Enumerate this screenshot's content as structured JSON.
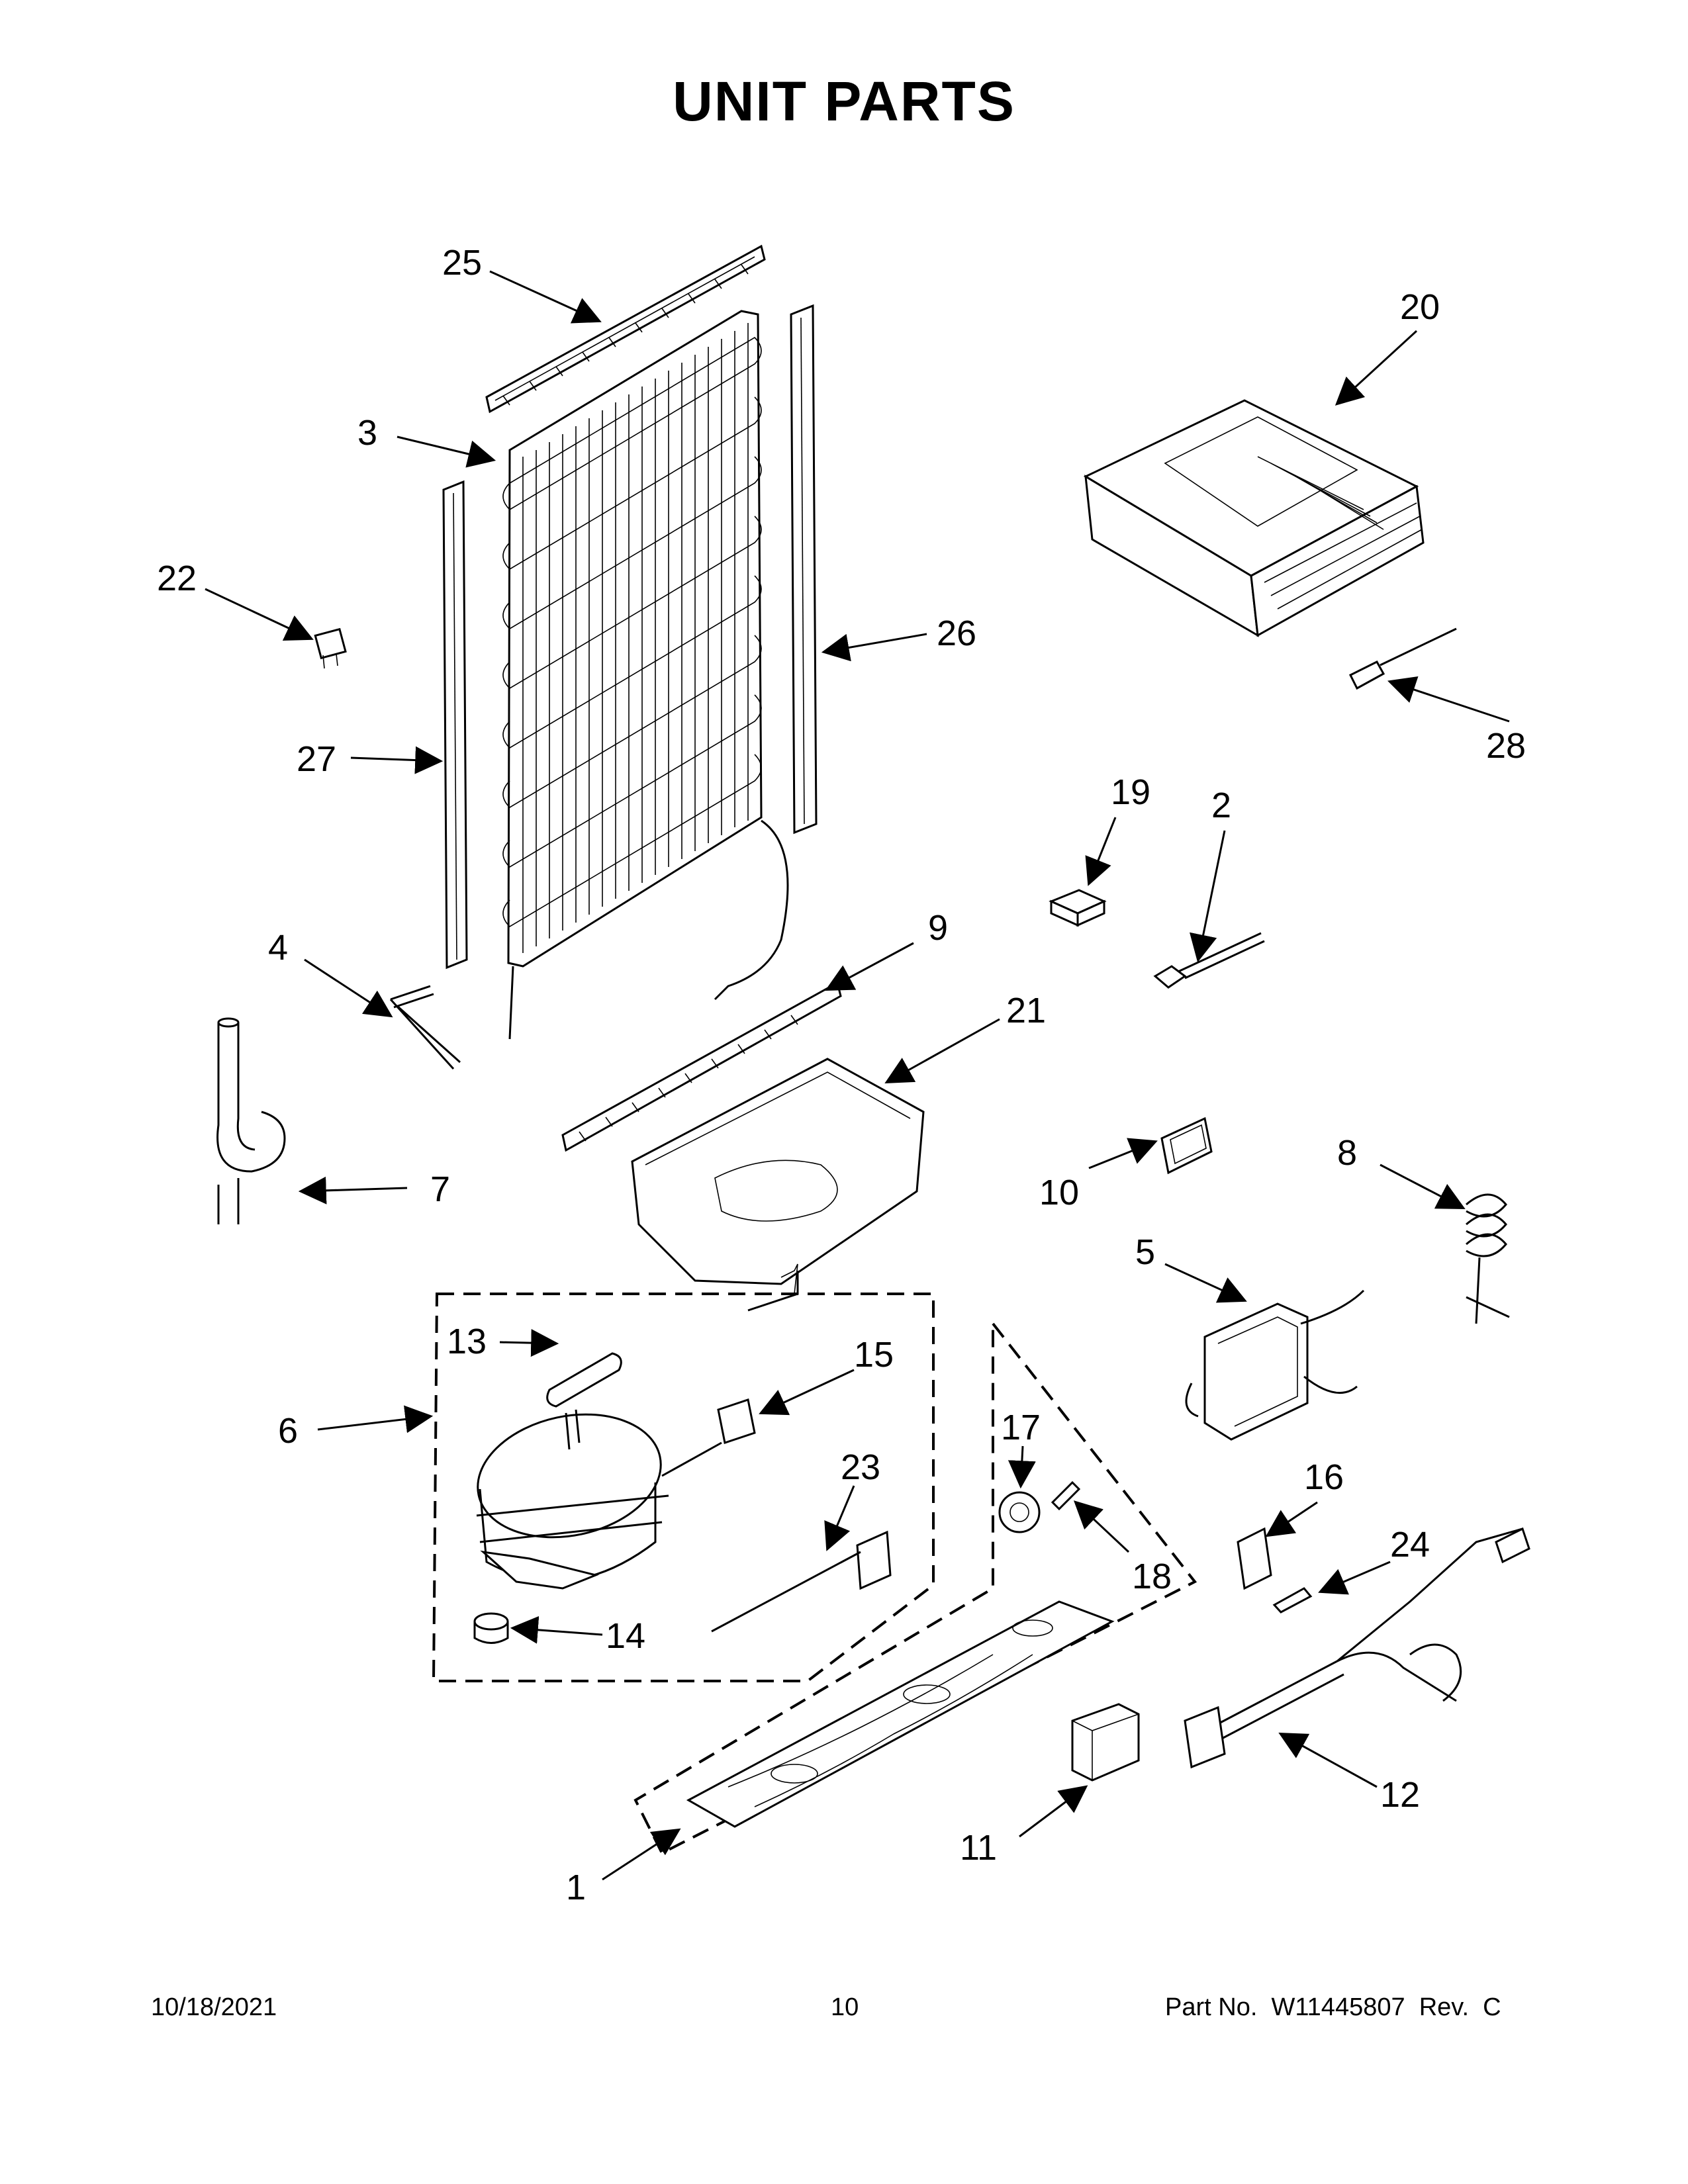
{
  "title": "UNIT PARTS",
  "callouts": {
    "c1": "1",
    "c2": "2",
    "c3": "3",
    "c4": "4",
    "c5": "5",
    "c6": "6",
    "c7": "7",
    "c8": "8",
    "c9": "9",
    "c10": "10",
    "c11": "11",
    "c12": "12",
    "c13": "13",
    "c14": "14",
    "c15": "15",
    "c16": "16",
    "c17": "17",
    "c18": "18",
    "c19": "19",
    "c20": "20",
    "c21": "21",
    "c22": "22",
    "c23": "23",
    "c24": "24",
    "c25": "25",
    "c26": "26",
    "c27": "27",
    "c28": "28"
  },
  "footer": {
    "date": "10/18/2021",
    "page": "10",
    "part_no": "Part No.  W11445807  Rev.  C"
  }
}
